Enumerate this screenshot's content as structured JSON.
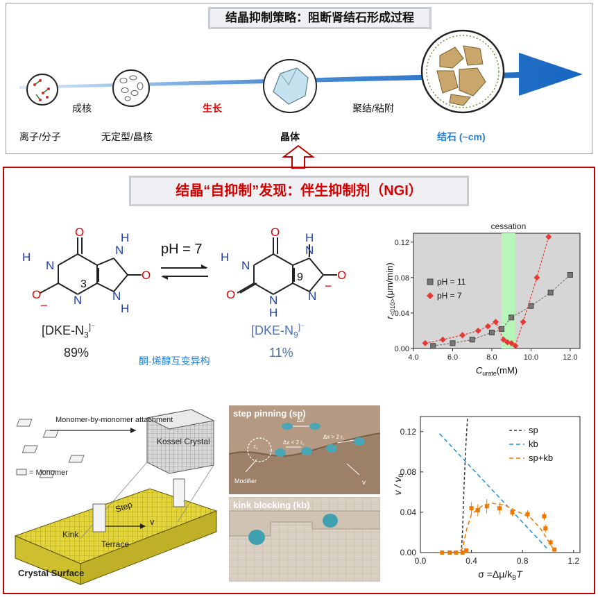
{
  "top": {
    "title": "结晶抑制策略：阻断肾结石形成过程",
    "labels": {
      "ions": "离子/分子",
      "nucleation": "成核",
      "amorphous": "无定型/晶核",
      "growth": "生长",
      "crystal": "晶体",
      "aggregation": "聚结/粘附",
      "stone": "结石 (~cm)"
    }
  },
  "ngi": {
    "title": "结晶“自抑制”发现：伴生抑制剂（NGI）",
    "ph_label": "pH = 7",
    "left_label_pre": "[DKE-N",
    "left_label_sub": "3",
    "left_label_sup": "]⁻",
    "left_pct": "89%",
    "right_label_pre": "[DKE-N",
    "right_label_sub": "9",
    "right_label_sup": "]⁻",
    "right_pct": "11%",
    "tautomer": "酮-烯醇互变异构",
    "atoms": {
      "H": "H",
      "N": "N",
      "O": "O",
      "n3": "3",
      "n9": "9",
      "neg": "−"
    }
  },
  "kossel": {
    "attach_label": "Monomer-by-monomer attachment",
    "kossel_label": "Kossel Crystal",
    "monomer_label": "= Monomer",
    "step": "Step",
    "kink": "Kink",
    "terrace": "Terrace",
    "v": "v",
    "surface": "Crystal Surface"
  },
  "pinning": {
    "step_title": "step pinning (sp)",
    "kink_title": "kink blocking (kb)",
    "dx": "Δx",
    "dx_lt": "Δx < 2 r꜀",
    "dx_gt": "Δx > 2 r꜀",
    "rc": "r꜀",
    "modifier": "Modifier",
    "v": "v"
  },
  "colors": {
    "red": "#e00000",
    "blue": "#1f7fd6",
    "arrow": "#1565c0",
    "green": "#b8f5b8"
  },
  "chart_data": [
    {
      "type": "scatter",
      "annotation": "cessation",
      "xlabel_main": "C",
      "xlabel_sub": "urate",
      "xlabel_unit": "(mM)",
      "ylabel_main": "r",
      "ylabel_sub": "<010>",
      "ylabel_unit": "(μm/min)",
      "xlim": [
        4.0,
        12.5
      ],
      "ylim": [
        0.0,
        0.13
      ],
      "xticks": [
        "4.0",
        "6.0",
        "8.0",
        "10.0",
        "12.0"
      ],
      "yticks": [
        "0.00",
        "0.04",
        "0.08",
        "0.12"
      ],
      "band": [
        8.5,
        9.2
      ],
      "legend_position": "left",
      "series": [
        {
          "name": "pH = 11",
          "color": "#777777",
          "marker": "square",
          "x": [
            5.0,
            6.0,
            7.0,
            8.0,
            8.5,
            9.0,
            10.0,
            11.0,
            12.0
          ],
          "y": [
            0.003,
            0.006,
            0.01,
            0.018,
            0.022,
            0.035,
            0.048,
            0.063,
            0.083
          ]
        },
        {
          "name": "pH = 7",
          "color": "#e53935",
          "marker": "diamond",
          "x": [
            4.6,
            5.5,
            6.5,
            7.3,
            7.8,
            8.2,
            8.6,
            8.8,
            9.0,
            9.2,
            9.6,
            10.3,
            10.9
          ],
          "y": [
            0.006,
            0.01,
            0.015,
            0.02,
            0.025,
            0.03,
            0.01,
            0.007,
            0.006,
            0.003,
            0.03,
            0.08,
            0.126
          ]
        }
      ]
    },
    {
      "type": "line",
      "xlabel": "σ =Δμ/k",
      "xlabel_sub": "B",
      "xlabel_end": "T",
      "ylabel": "v / v",
      "ylabel_sub": "0",
      "xlim": [
        0.0,
        1.25
      ],
      "ylim": [
        0.0,
        0.135
      ],
      "xticks": [
        "0.0",
        "0.4",
        "0.8",
        "1.2"
      ],
      "yticks": [
        "0.00",
        "0.04",
        "0.08",
        "0.12"
      ],
      "legend_position": "top-right",
      "series": [
        {
          "name": "sp",
          "color": "#333333",
          "dash": "4,3",
          "x": [
            0.32,
            0.33,
            0.34,
            0.35,
            0.36,
            0.37
          ],
          "y": [
            0.0,
            0.02,
            0.06,
            0.09,
            0.115,
            0.135
          ]
        },
        {
          "name": "kb",
          "color": "#1f8fe0",
          "dash": "6,4",
          "x": [
            0.15,
            1.0
          ],
          "y": [
            0.118,
            0.003
          ]
        },
        {
          "name": "sp+kb",
          "color": "#f07800",
          "dash": "6,4",
          "x": [
            0.15,
            0.3,
            0.33,
            0.36,
            0.4,
            0.48,
            0.56,
            0.66,
            0.74,
            0.86,
            0.94,
            1.0,
            1.04
          ],
          "y": [
            0.0,
            0.001,
            0.004,
            0.022,
            0.038,
            0.046,
            0.049,
            0.047,
            0.042,
            0.035,
            0.024,
            0.012,
            0.004
          ]
        }
      ],
      "points": {
        "x": [
          0.17,
          0.23,
          0.28,
          0.33,
          0.36,
          0.4,
          0.45,
          0.52,
          0.62,
          0.72,
          0.84,
          0.97,
          0.98,
          1.02,
          1.05
        ],
        "y": [
          0.0,
          0.0,
          0.0,
          0.0,
          0.002,
          0.044,
          0.042,
          0.046,
          0.044,
          0.04,
          0.038,
          0.036,
          0.024,
          0.01,
          0.003
        ],
        "err": [
          0,
          0,
          0,
          0,
          0,
          0.006,
          0.006,
          0.007,
          0.006,
          0.004,
          0.004,
          0.004,
          0.004,
          0.003,
          0.002
        ]
      }
    }
  ]
}
